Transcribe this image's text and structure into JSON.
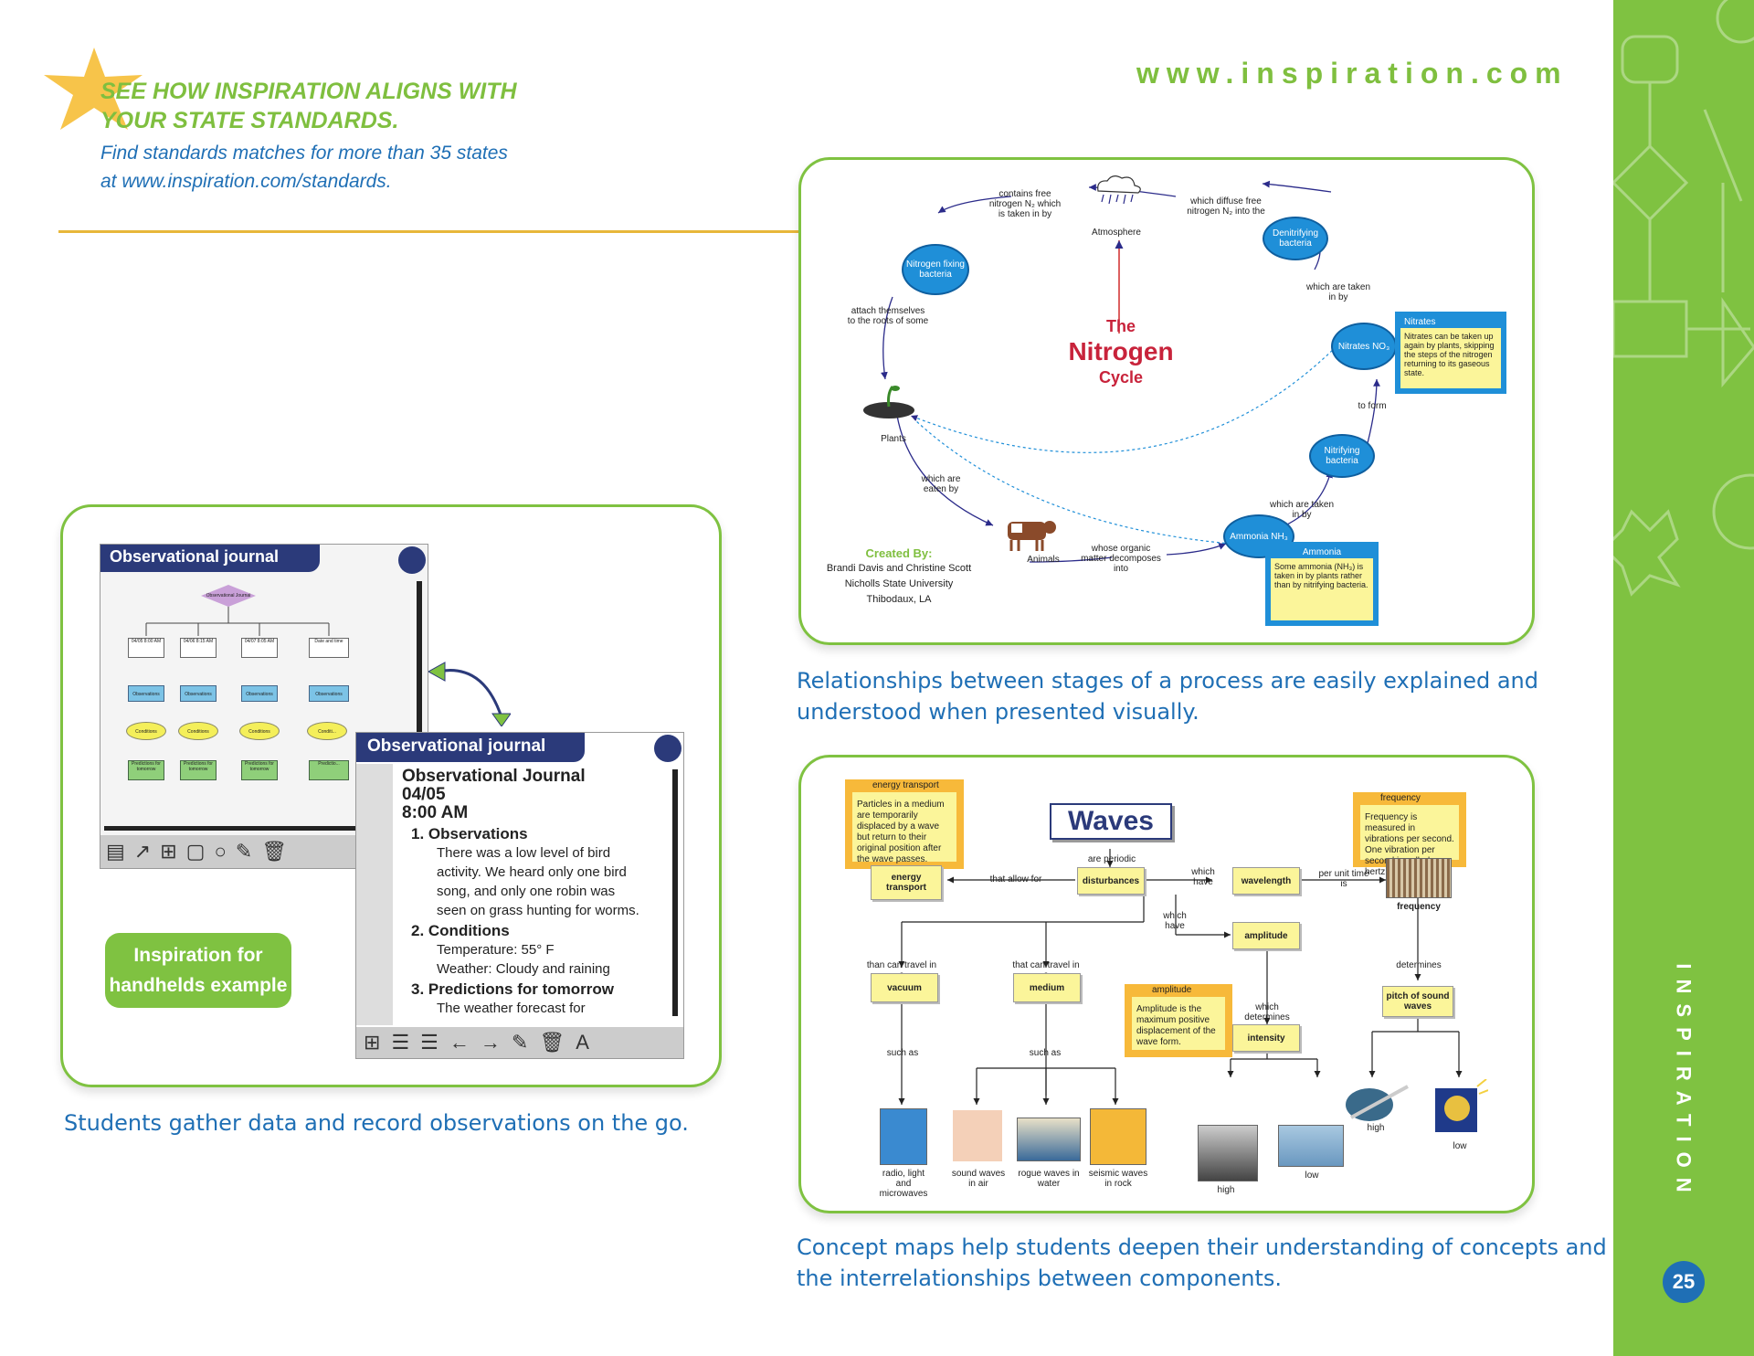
{
  "header": {
    "site_url": "www.inspiration.com",
    "promo_title_line1": "SEE HOW INSPIRATION ALIGNS WITH",
    "promo_title_line2": "YOUR STATE STANDARDS.",
    "promo_text_line1": "Find standards matches for more than 35 states",
    "promo_text_line2": "at www.inspiration.com/standards."
  },
  "sidebar": {
    "vertical_label": "INSPIRATION",
    "page_number": "25",
    "color": "#7fc241"
  },
  "nitrogen": {
    "title1": "The",
    "title2": "Nitrogen",
    "title3": "Cycle",
    "atmosphere": "Atmosphere",
    "contains_free": "contains free nitrogen N₂ which is taken in by",
    "which_diffuse": "which diffuse free nitrogen N₂ into the",
    "fixing_bacteria": "Nitrogen fixing bacteria",
    "denitrifying": "Denitrifying bacteria",
    "attach": "attach themselves to the roots of some",
    "plants": "Plants",
    "eaten_by": "which are eaten by",
    "animals": "Animals",
    "whose_organic": "whose organic matter decomposes into",
    "ammonia_bubble": "Ammonia NH₃",
    "taken_in_by_1": "which are taken in by",
    "nitrifying": "Nitrifying bacteria",
    "to_form": "to form",
    "nitrates_bubble": "Nitrates NO₃",
    "taken_in_by_2": "which are taken in by",
    "nitrates_note_title": "Nitrates",
    "nitrates_note": "Nitrates can be taken up again by plants, skipping the steps of the nitrogen returning to its gaseous state.",
    "ammonia_note_title": "Ammonia",
    "ammonia_note": "Some ammonia (NH₃) is taken in by plants rather than by nitrifying bacteria.",
    "created_by": "Created By:",
    "credit1": "Brandi Davis and Christine Scott",
    "credit2": "Nicholls State University",
    "credit3": "Thibodaux, LA"
  },
  "captions": {
    "nitrogen_line1": "Relationships between stages of a process are easily explained and",
    "nitrogen_line2": "understood when presented visually.",
    "handheld": "Students gather data and record observations on the go.",
    "waves_line1": "Concept maps help students deepen their understanding of concepts and",
    "waves_line2": "the interrelationships between components."
  },
  "handheld": {
    "badge_line1": "Inspiration for",
    "badge_line2": "handhelds example",
    "screen1_title": "Observational journal",
    "root_node": "Observational Journal",
    "dates": [
      "04/05 8:00 AM",
      "04/06 8:15 AM",
      "04/07 8:05 AM",
      "Date and time"
    ],
    "obs": [
      "Observations",
      "Observations",
      "Observations",
      "Observations"
    ],
    "cond": [
      "Conditions",
      "Conditions",
      "Conditions",
      "Conditi..."
    ],
    "pred": [
      "Predictions for tomorrow",
      "Predictions for tomorrow",
      "Predictions for tomorrow",
      "Predictio..."
    ],
    "screen2_title": "Observational journal",
    "journal_title": "Observational Journal",
    "journal_date": "04/05",
    "journal_time": "8:00 AM",
    "s1_head": "1.  Observations",
    "s1_body": [
      "There was a low level of bird",
      "activity. We heard only one bird",
      "song, and only one robin was",
      "seen on grass hunting for worms."
    ],
    "s2_head": "2.  Conditions",
    "s2_body": [
      "Temperature: 55° F",
      "Weather: Cloudy and raining"
    ],
    "s3_head": "3.  Predictions for tomorrow",
    "s3_body": [
      "The weather forecast for"
    ]
  },
  "waves": {
    "title": "Waves",
    "are_periodic": "are periodic",
    "energy_note_title": "energy transport",
    "energy_note": "Particles in a medium are temporarily displaced by a wave but return to their original position after the wave passes.",
    "freq_note_title": "frequency",
    "freq_note": "Frequency is measured in vibrations per second. One vibration per second is called a hertz.",
    "amp_note_title": "amplitude",
    "amp_note": "Amplitude is the maximum positive displacement of the wave form.",
    "energy_transport": "energy transport",
    "that_allow_for": "that allow for",
    "disturbances": "disturbances",
    "which_have_1": "which have",
    "wavelength": "wavelength",
    "per_unit_time": "per unit time is",
    "frequency": "frequency",
    "which_have_2": "which have",
    "amplitude": "amplitude",
    "determines": "determines",
    "than_can_travel": "than can travel in a",
    "that_can_travel": "that can travel in a",
    "vacuum": "vacuum",
    "medium": "medium",
    "which_determines": "which determines",
    "intensity": "intensity",
    "pitch": "pitch of sound waves",
    "such_as_1": "such as",
    "such_as_2": "such as",
    "radio": "radio, light and microwaves",
    "sound_air": "sound waves in air",
    "rogue": "rogue waves in water",
    "seismic": "seismic waves in rock",
    "high1": "high",
    "low1": "low",
    "high2": "high",
    "low2": "low"
  }
}
